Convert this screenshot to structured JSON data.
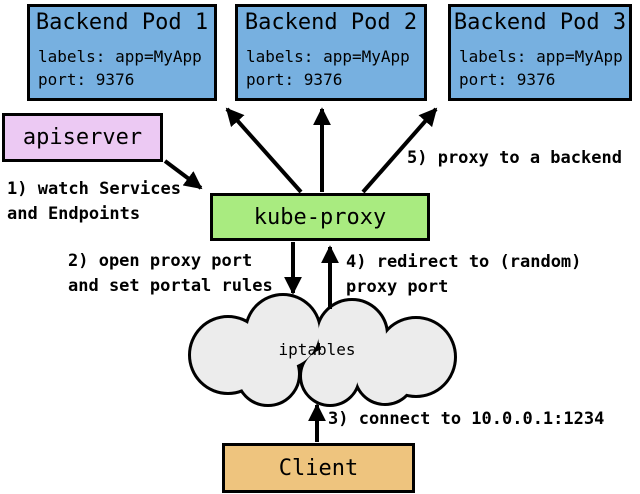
{
  "pods": [
    {
      "title": "Backend Pod 1",
      "labels": "labels: app=MyApp",
      "port": "port: 9376"
    },
    {
      "title": "Backend Pod 2",
      "labels": "labels: app=MyApp",
      "port": "port: 9376"
    },
    {
      "title": "Backend Pod 3",
      "labels": "labels: app=MyApp",
      "port": "port: 9376"
    }
  ],
  "nodes": {
    "apiserver": "apiserver",
    "kube_proxy": "kube-proxy",
    "iptables": "iptables",
    "client": "Client"
  },
  "annotations": {
    "step1": [
      "1) watch Services",
      "and Endpoints"
    ],
    "step2": [
      "2) open proxy port",
      "and set portal rules"
    ],
    "step3": [
      "3) connect to 10.0.0.1:1234"
    ],
    "step4": [
      "4) redirect to (random)",
      "proxy port"
    ],
    "step5": [
      "5) proxy to a backend"
    ]
  },
  "colors": {
    "pod_fill": "#77b0e0",
    "apiserver_fill": "#ecc9f3",
    "kube_proxy_fill": "#a9eb80",
    "client_fill": "#eec47e",
    "cloud_fill": "#ececec",
    "outline": "#000000",
    "background": "#ffffff"
  }
}
